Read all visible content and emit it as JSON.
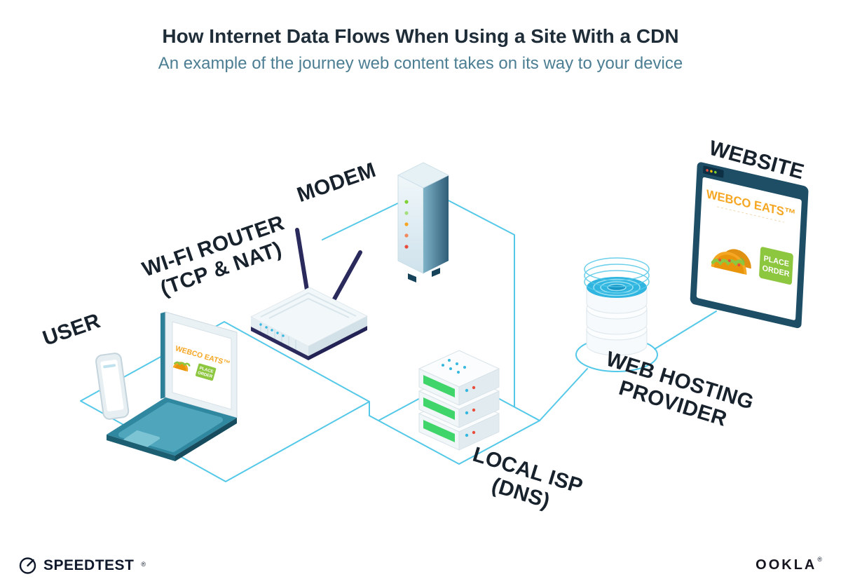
{
  "header": {
    "title": "How Internet Data Flows When Using a Site With a CDN",
    "subtitle": "An example of the journey web content takes on its way to your device"
  },
  "diagram": {
    "labels": {
      "user": "USER",
      "router_line1": "WI-FI ROUTER",
      "router_line2": "(TCP & NAT)",
      "modem": "MODEM",
      "isp_line1": "LOCAL ISP",
      "isp_line2": "(DNS)",
      "hosting_line1": "WEB HOSTING",
      "hosting_line2": "PROVIDER",
      "website": "WEBSITE"
    },
    "webco_screen": {
      "brand": "WEBCO EATS™",
      "order_line1": "PLACE",
      "order_line2": "ORDER"
    }
  },
  "footer": {
    "speedtest": "SPEEDTEST",
    "speedtest_mark": "®",
    "ookla": "OOKLA",
    "ookla_mark": "®"
  },
  "colors": {
    "accent_cyan": "#54C8E8",
    "navy": "#1D4E66",
    "teal": "#2F87A0",
    "indigo": "#2B2A5C",
    "orange": "#F5A623",
    "green": "#8DC63F",
    "server_green": "#3FD56B",
    "label_dark": "#18222D",
    "subtitle_teal": "#4C7E93"
  }
}
